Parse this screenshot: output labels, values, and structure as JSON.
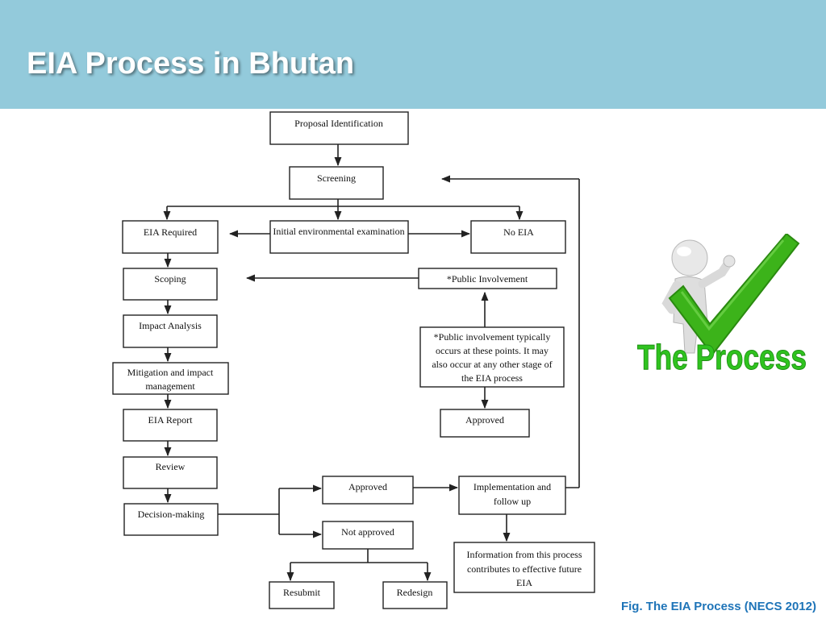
{
  "slide": {
    "title": "EIA Process in Bhutan",
    "caption": "Fig. The EIA Process (NECS 2012)",
    "graphic_label": "The Process"
  },
  "flowchart": {
    "proposal": "Proposal Identification",
    "screening": "Screening",
    "eia_required": "EIA Required",
    "iee": "Initial environmental examination",
    "no_eia": "No EIA",
    "scoping": "Scoping",
    "public_involvement": "*Public Involvement",
    "impact_analysis": "Impact Analysis",
    "public_note": [
      "*Public involvement typically",
      "occurs at these points. It may",
      "also occur at any other stage of",
      "the EIA process"
    ],
    "mitigation": [
      "Mitigation and impact",
      "management"
    ],
    "eia_report": "EIA Report",
    "approved_right": "Approved",
    "review": "Review",
    "decision": "Decision-making",
    "approved": "Approved",
    "implementation": [
      "Implementation and",
      "follow up"
    ],
    "not_approved": "Not approved",
    "information": [
      "Information from this process",
      "contributes to effective future",
      "EIA"
    ],
    "resubmit": "Resubmit",
    "redesign": "Redesign"
  },
  "colors": {
    "header": "#93cadb",
    "caption": "#1e74b8",
    "check": "#3cb31a",
    "graphic_text": "#2fc31f"
  }
}
